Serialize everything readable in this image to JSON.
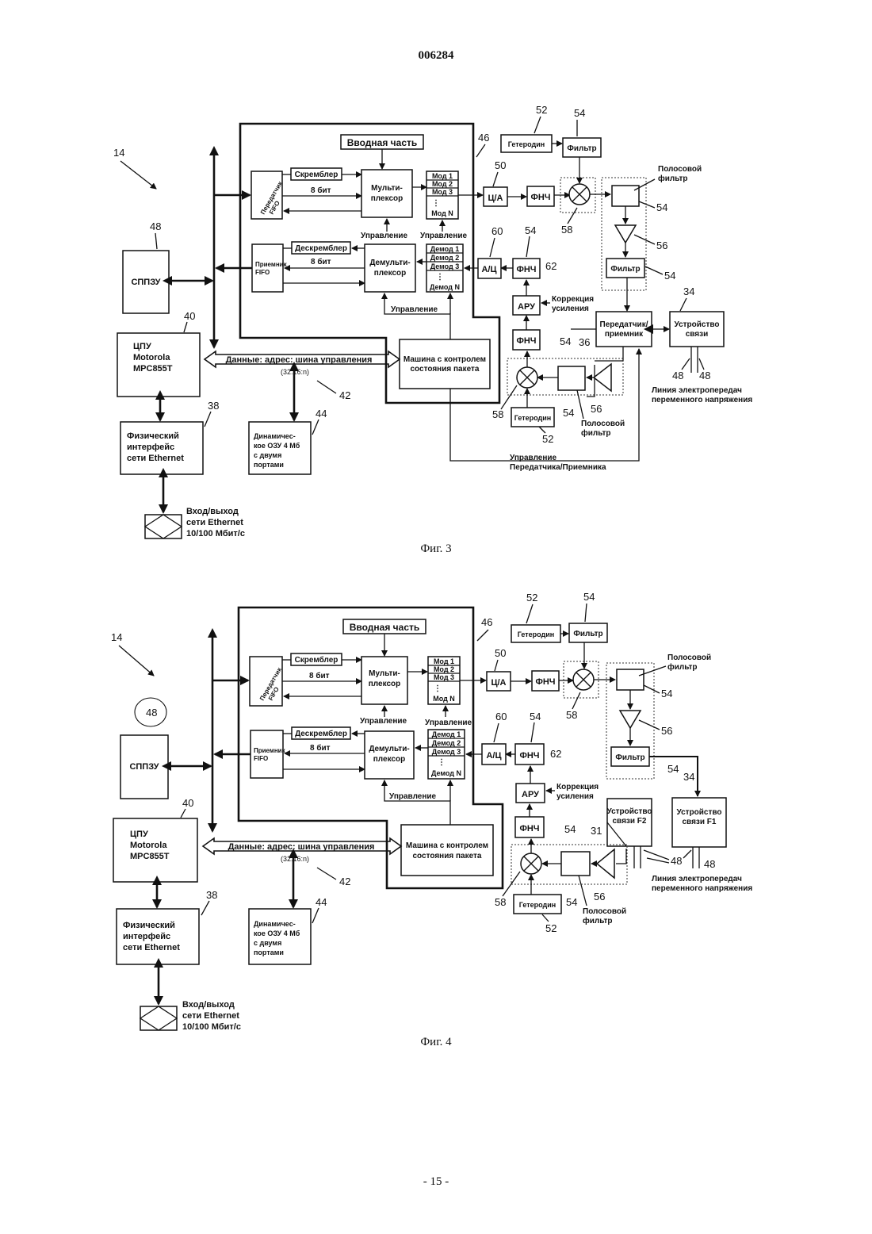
{
  "header": {
    "doc_number": "006284"
  },
  "footer": {
    "page_number": "- 15 -"
  },
  "fig3": {
    "caption": "Фиг. 3",
    "ref_14": "14",
    "ref_46": "46",
    "ref_48": "48",
    "ref_40": "40",
    "ref_38": "38",
    "ref_42": "42",
    "ref_44": "44",
    "ref_50": "50",
    "ref_52": "52",
    "ref_54": "54",
    "ref_58": "58",
    "ref_60": "60",
    "ref_62": "62",
    "ref_56": "56",
    "ref_34": "34",
    "ref_36": "36",
    "front_end": "Вводная часть",
    "scrambler": "Скремблер",
    "descrambler": "Дескремблер",
    "bits_8": "8 бит",
    "tx_fifo_1": "Передатчик",
    "tx_fifo_2": "FIFO",
    "rx_fifo_1": "Приемник",
    "rx_fifo_2": "FIFO",
    "mux_1": "Мульти-",
    "mux_2": "плексор",
    "demux_1": "Демульти-",
    "demux_2": "плексор",
    "mod1": "Мод 1",
    "mod2": "Мод 2",
    "mod3": "Мод 3",
    "modn": "Мод N",
    "demod1": "Демод 1",
    "demod2": "Демод 2",
    "demod3": "Демод 3",
    "demodn": "Демод N",
    "dots": "⋮",
    "control": "Управление",
    "dac": "Ц/А",
    "adc": "А/Ц",
    "lpf": "ФНЧ",
    "agc": "АРУ",
    "gain_corr_1": "Коррекция",
    "gain_corr_2": "усиления",
    "heterodyne": "Гетеродин",
    "filter": "Фильтр",
    "bandpass_1": "Полосовой",
    "bandpass_2": "фильтр",
    "txrx_1": "Передатчик/",
    "txrx_2": "приемник",
    "coupler_1": "Устройство",
    "coupler_2": "связи",
    "powerline_1": "Линия электропередач",
    "powerline_2": "переменного напряжения",
    "fsm_1": "Машина с контролем",
    "fsm_2": "состояния пакета",
    "bus": "Данные: адрес: шина управления",
    "bus_width": "(32:16:n)",
    "eeprom": "СППЗУ",
    "cpu_1": "ЦПУ",
    "cpu_2": "Motorola",
    "cpu_3": "MPC855T",
    "phy_1": "Физический",
    "phy_2": "интерфейс",
    "phy_3": "сети Ethernet",
    "dram_1": "Динамичес-",
    "dram_2": "кое ОЗУ 4 Мб",
    "dram_3": "с двумя",
    "dram_4": "портами",
    "eth_1": "Вход/выход",
    "eth_2": "сети Ethernet",
    "eth_3": "10/100 Мбит/с",
    "txrx_ctrl_1": "Управление",
    "txrx_ctrl_2": "Передатчика/Приемника"
  },
  "fig4": {
    "caption": "Фиг. 4",
    "ref_14": "14",
    "ref_46": "46",
    "ref_48": "48",
    "ref_40": "40",
    "ref_38": "38",
    "ref_42": "42",
    "ref_44": "44",
    "ref_50": "50",
    "ref_52": "52",
    "ref_54": "54",
    "ref_58": "58",
    "ref_60": "60",
    "ref_62": "62",
    "ref_56": "56",
    "ref_34": "34",
    "ref_31": "31",
    "front_end": "Вводная часть",
    "scrambler": "Скремблер",
    "descrambler": "Дескремблер",
    "bits_8": "8 бит",
    "tx_fifo_1": "Передатчик",
    "tx_fifo_2": "FIFO",
    "rx_fifo_1": "Приемник",
    "rx_fifo_2": "FIFO",
    "mux_1": "Мульти-",
    "mux_2": "плексор",
    "demux_1": "Демульти-",
    "demux_2": "плексор",
    "mod1": "Мод 1",
    "mod2": "Мод 2",
    "mod3": "Мод 3",
    "modn": "Мод N",
    "demod1": "Демод 1",
    "demod2": "Демод 2",
    "demod3": "Демод 3",
    "demodn": "Демод N",
    "dots": "⋮",
    "control": "Управление",
    "dac": "Ц/А",
    "adc": "А/Ц",
    "lpf": "ФНЧ",
    "agc": "АРУ",
    "gain_corr_1": "Коррекция",
    "gain_corr_2": "усиления",
    "heterodyne": "Гетеродин",
    "filter": "Фильтр",
    "bandpass_1": "Полосовой",
    "bandpass_2": "фильтр",
    "coupler_f2_1": "Устройство",
    "coupler_f2_2": "связи F2",
    "coupler_f1_1": "Устройство",
    "coupler_f1_2": "связи F1",
    "powerline_1": "Линия электропередач",
    "powerline_2": "переменного напряжения",
    "fsm_1": "Машина с контролем",
    "fsm_2": "состояния пакета",
    "bus": "Данные: адрес: шина управления",
    "bus_width": "(32:16:n)",
    "eeprom": "СППЗУ",
    "cpu_1": "ЦПУ",
    "cpu_2": "Motorola",
    "cpu_3": "MPC855T",
    "phy_1": "Физический",
    "phy_2": "интерфейс",
    "phy_3": "сети Ethernet",
    "dram_1": "Динамичес-",
    "dram_2": "кое ОЗУ 4 Мб",
    "dram_3": "с двумя",
    "dram_4": "портами",
    "eth_1": "Вход/выход",
    "eth_2": "сети Ethernet",
    "eth_3": "10/100 Мбит/с"
  }
}
